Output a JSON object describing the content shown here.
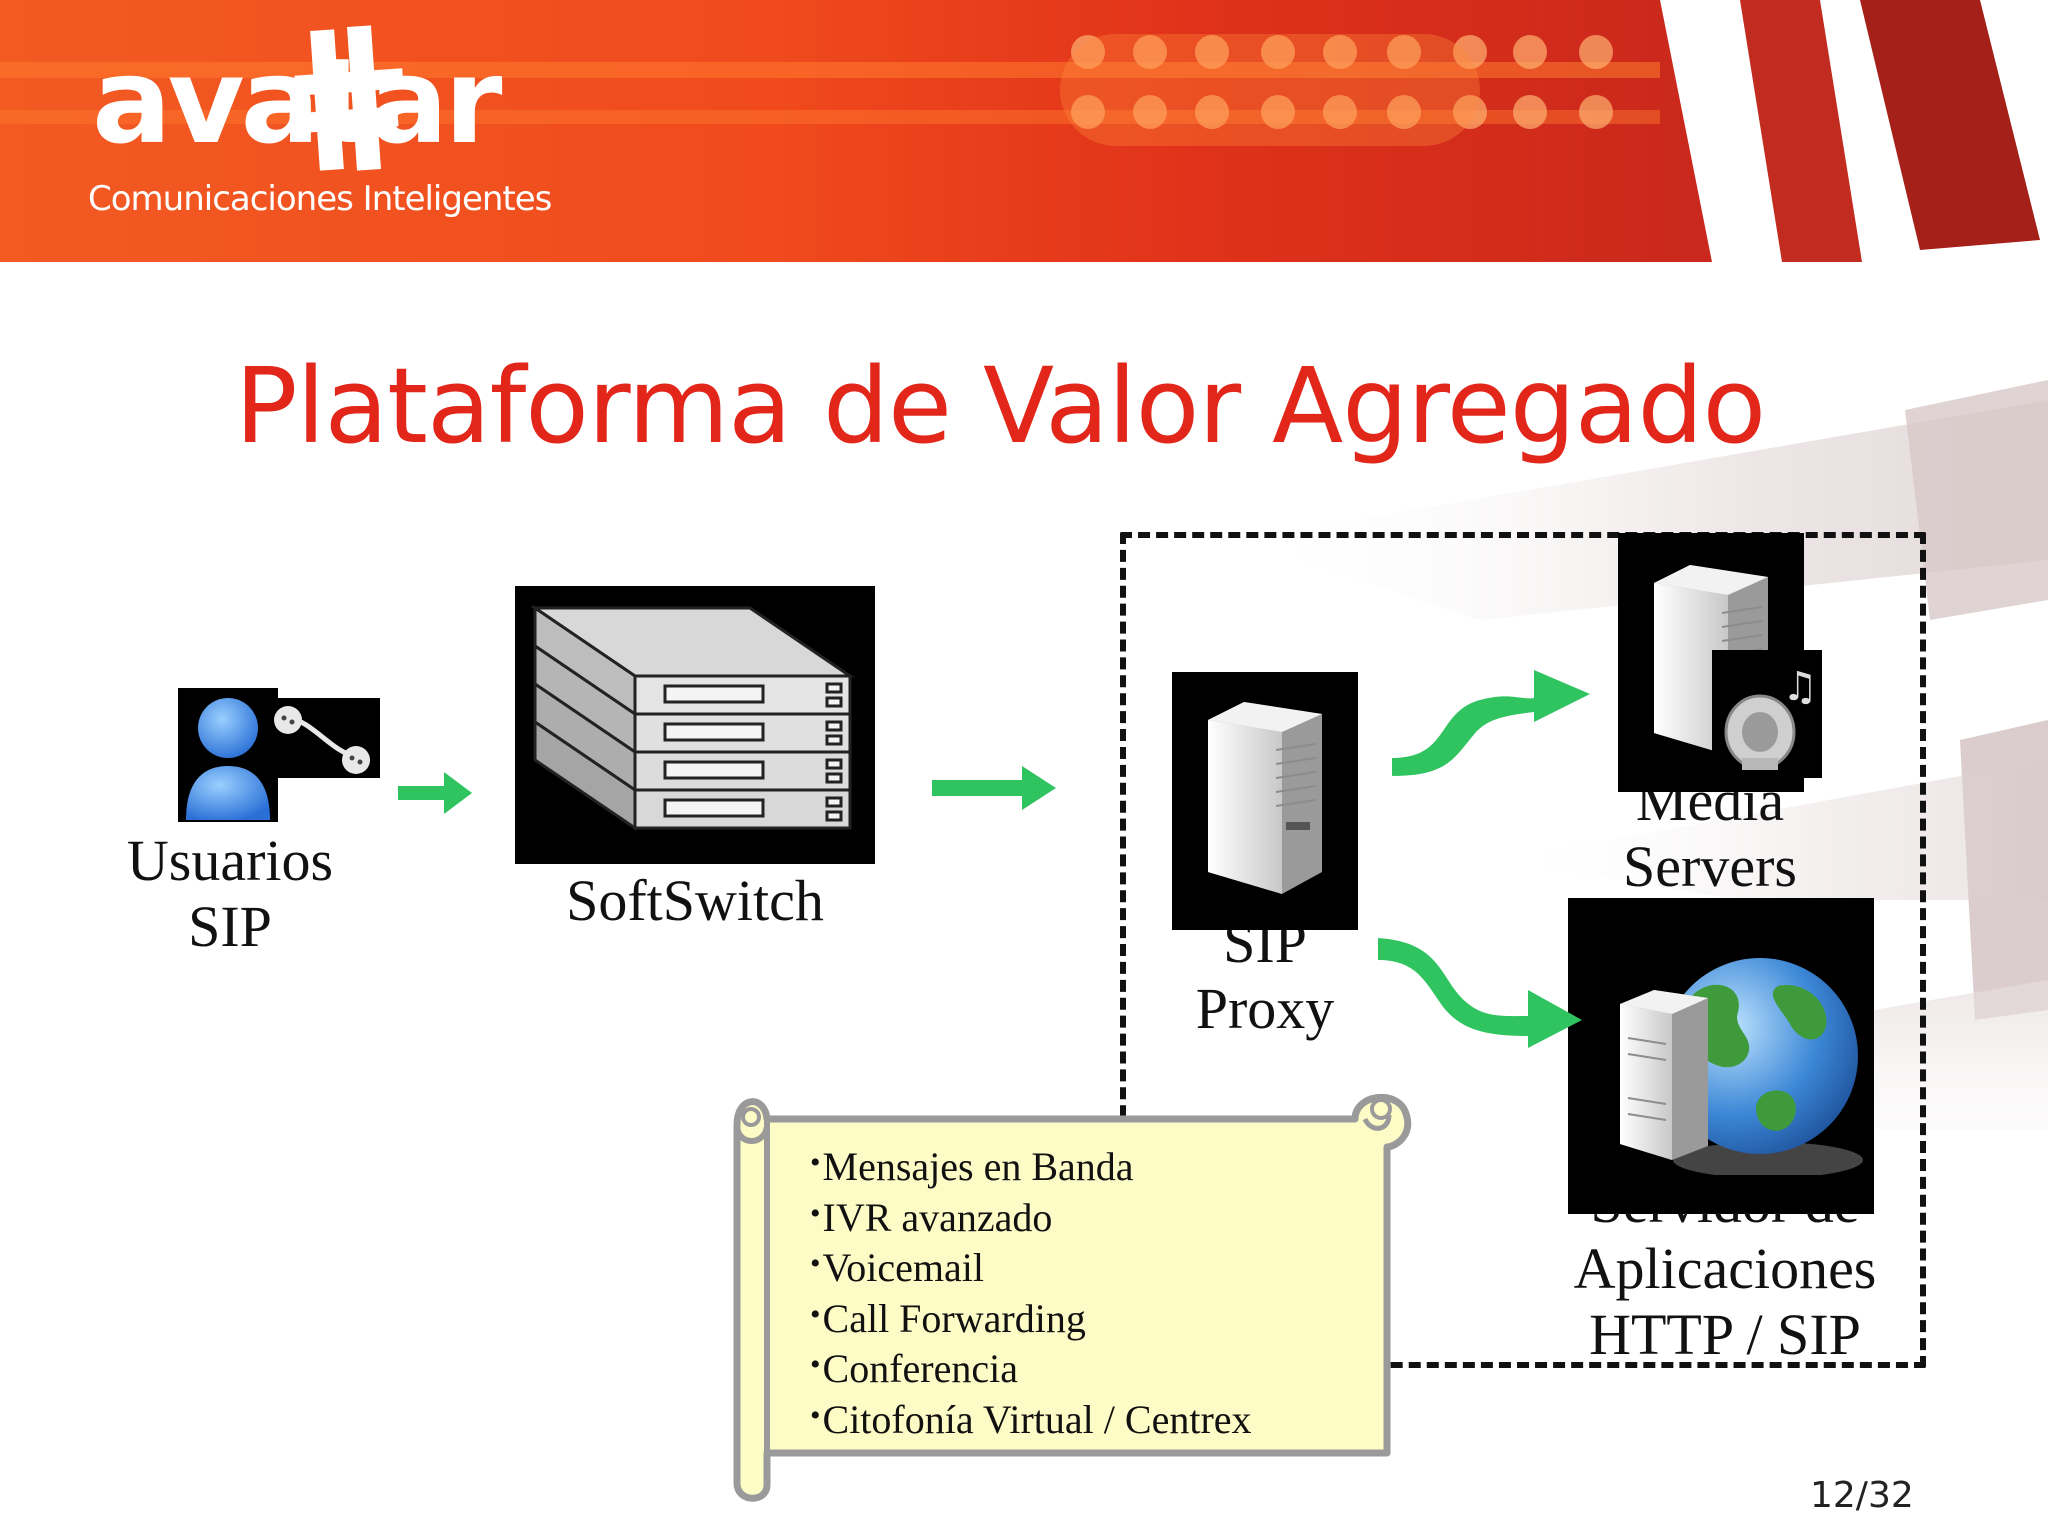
{
  "header": {
    "logo_text": "avatar",
    "logo_tagline": "Comunicaciones Inteligentes"
  },
  "title": "Plataforma de Valor Agregado",
  "nodes": {
    "usuarios": {
      "label_line1": "Usuarios",
      "label_line2": "SIP",
      "icon": "sip-user-phone-icon"
    },
    "softswitch": {
      "label": "SoftSwitch",
      "icon": "server-stack-icon"
    },
    "sip_proxy": {
      "label_line1": "SIP",
      "label_line2": "Proxy",
      "icon": "tower-server-icon"
    },
    "media_servers": {
      "label_line1": "Media",
      "label_line2": "Servers",
      "icon": "media-server-icon"
    },
    "app_server": {
      "label_line1": "Servidor de",
      "label_line2": "Aplicaciones",
      "label_line3": "HTTP / SIP",
      "icon": "globe-server-icon"
    }
  },
  "features": [
    "Mensajes en Banda",
    "IVR avanzado",
    "Voicemail",
    "Call Forwarding",
    "Conferencia",
    "Citofonía Virtual / Centrex"
  ],
  "page_number": "12/32",
  "colors": {
    "brand_red": "#e2261a",
    "banner_orange": "#f04e1c",
    "arrow_green": "#2fc45f",
    "scroll_fill": "#fefcc6"
  }
}
